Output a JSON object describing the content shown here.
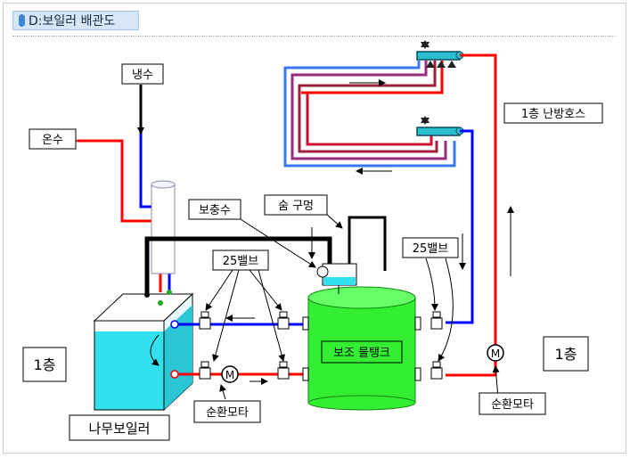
{
  "header": {
    "title": "D:보일러 배관도"
  },
  "labels": {
    "cold_water": "냉수",
    "hot_water": "온수",
    "makeup_water": "보충수",
    "breather_hole": "숨 구멍",
    "valve_25_left": "25밸브",
    "valve_25_right": "25밸브",
    "floor1_left": "1층",
    "floor1_right": "1층",
    "floor1_heating_hose": "1층 난방호스",
    "aux_tank": "보조 물탱크",
    "wood_boiler": "나무보일러",
    "pump_left": "순환모타",
    "pump_right": "순환모타",
    "motor_symbol": "M"
  },
  "colors": {
    "hot_pipe": "#ff0000",
    "cold_pipe": "#0000ff",
    "black_pipe": "#000000",
    "purple_pipe": "#9b2b7b",
    "lightblue_pipe": "#3a78f0",
    "tank_green": "#33ee33",
    "boiler_cyan": "#33e0ee",
    "header_bg": "#d7e6f7"
  }
}
